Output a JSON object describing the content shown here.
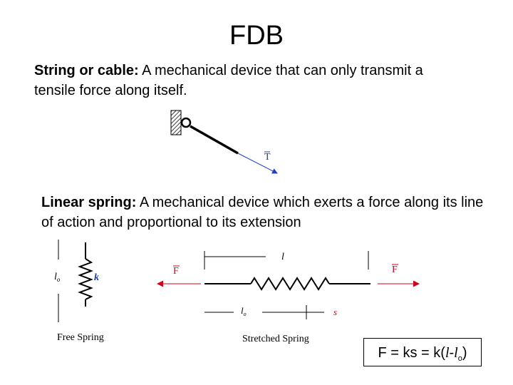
{
  "title": "FDB",
  "string_def": {
    "term": "String or cable:",
    "text": " A mechanical device that can only transmit a tensile force along itself."
  },
  "spring_def": {
    "term": "Linear spring:",
    "text": " A mechanical device which exerts a force along its line of action and proportional to its extension"
  },
  "cable_figure": {
    "tension_label": "T"
  },
  "free_spring_figure": {
    "length_label": "l",
    "length_sub": "o",
    "stiffness_label": "k",
    "caption": "Free Spring"
  },
  "stretched_spring_figure": {
    "length_label": "l",
    "natural_length_label": "l",
    "natural_length_sub": "o",
    "extension_label": "s",
    "left_force_label": "F",
    "right_force_label": "F",
    "caption": "Stretched Spring"
  },
  "formula": {
    "lhs": "F",
    "mid": " = ks = k(",
    "l": "l",
    "dash": "-",
    "l2": "l",
    "sub": "o",
    "close": ")"
  },
  "colors": {
    "force_arrow": "#d0021b",
    "tension_arrow": "#1f3fbf",
    "label_blue": "#1f3f9f"
  }
}
